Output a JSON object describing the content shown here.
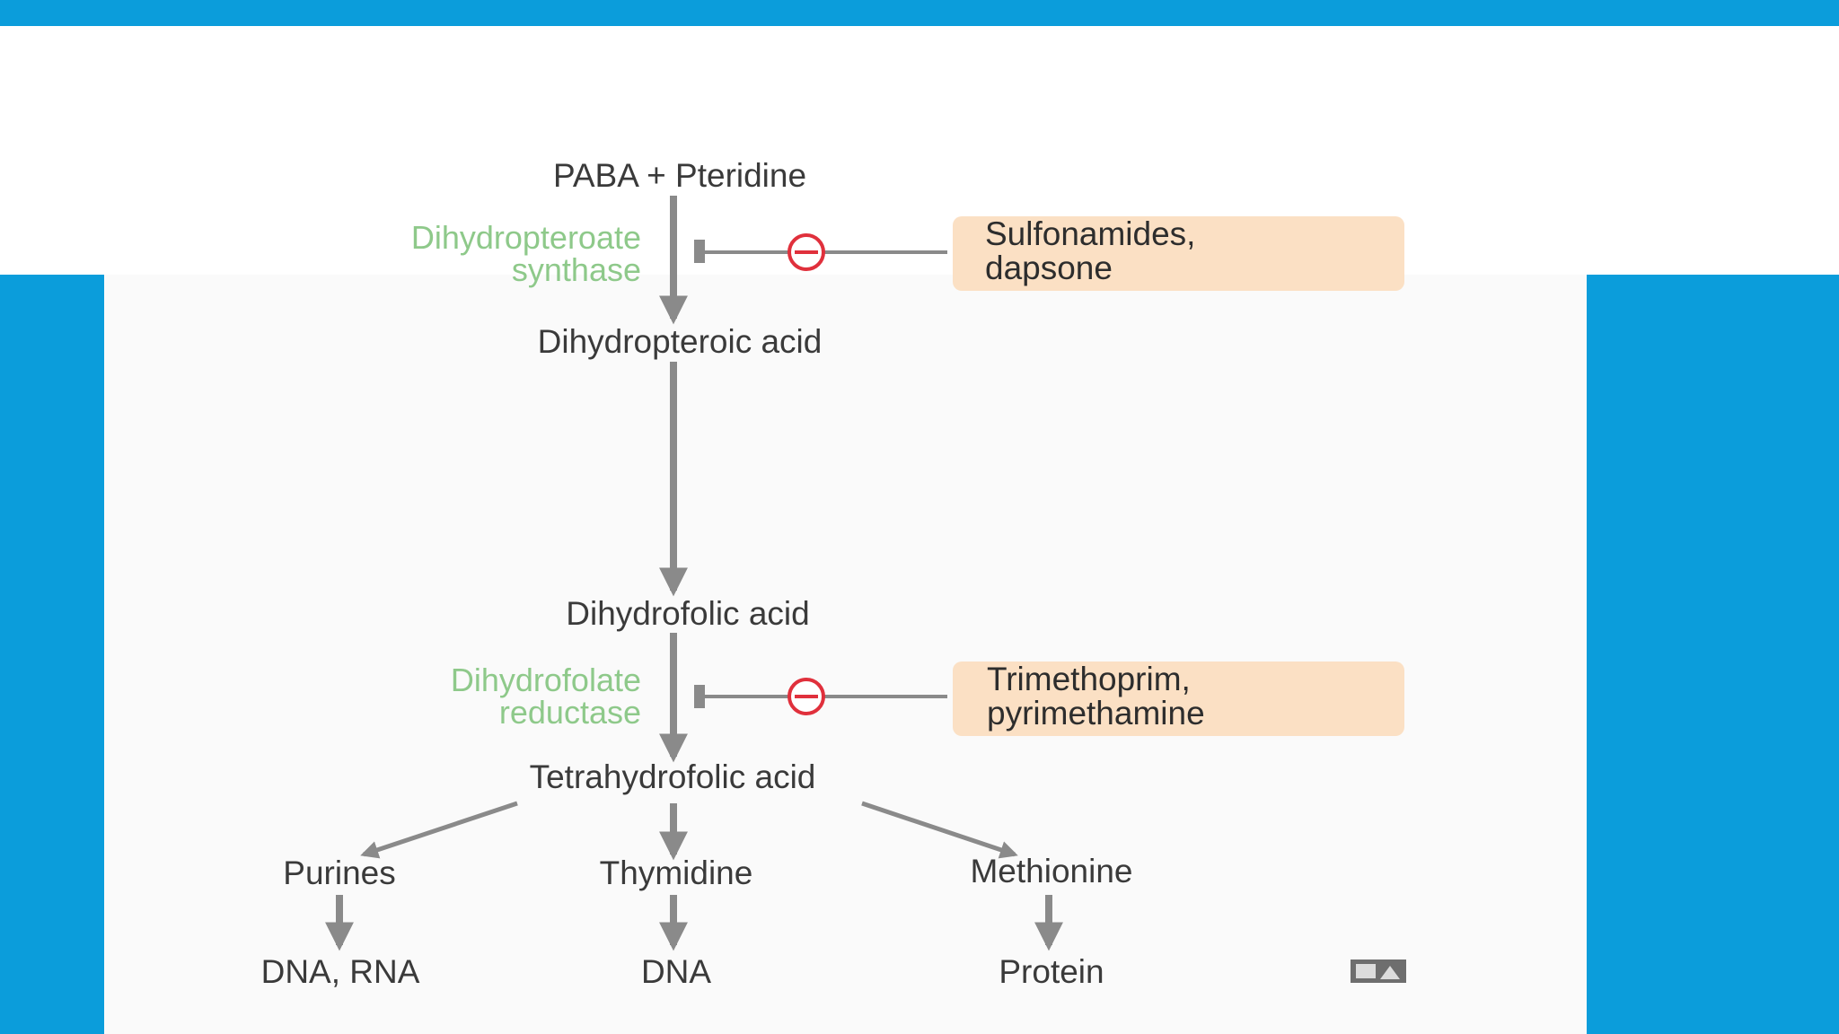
{
  "colors": {
    "accent": "#0b9ddb",
    "enzyme": "#8ec98a",
    "drug_box": "#fbe0c4",
    "inhibit": "#e0303c",
    "arrow": "#8a8a8a"
  },
  "diagram": {
    "nodes": {
      "paba": "PABA + Pteridine",
      "dihydropteroic": "Dihydropteroic acid",
      "dihydrofolic": "Dihydrofolic acid",
      "tetrahydrofolic": "Tetrahydrofolic acid",
      "purines": "Purines",
      "thymidine": "Thymidine",
      "methionine": "Methionine",
      "dna_rna": "DNA, RNA",
      "dna": "DNA",
      "protein": "Protein"
    },
    "enzymes": {
      "dhps_line1": "Dihydropteroate",
      "dhps_line2": "synthase",
      "dhfr_line1": "Dihydrofolate",
      "dhfr_line2": "reductase"
    },
    "drugs": {
      "sulfa_line1": "Sulfonamides,",
      "sulfa_line2": "dapsone",
      "tmp_line1": "Trimethoprim,",
      "tmp_line2": "pyrimethamine"
    },
    "inhibit_icon": "minus-circle-icon",
    "corner_icon": "image-icon"
  }
}
